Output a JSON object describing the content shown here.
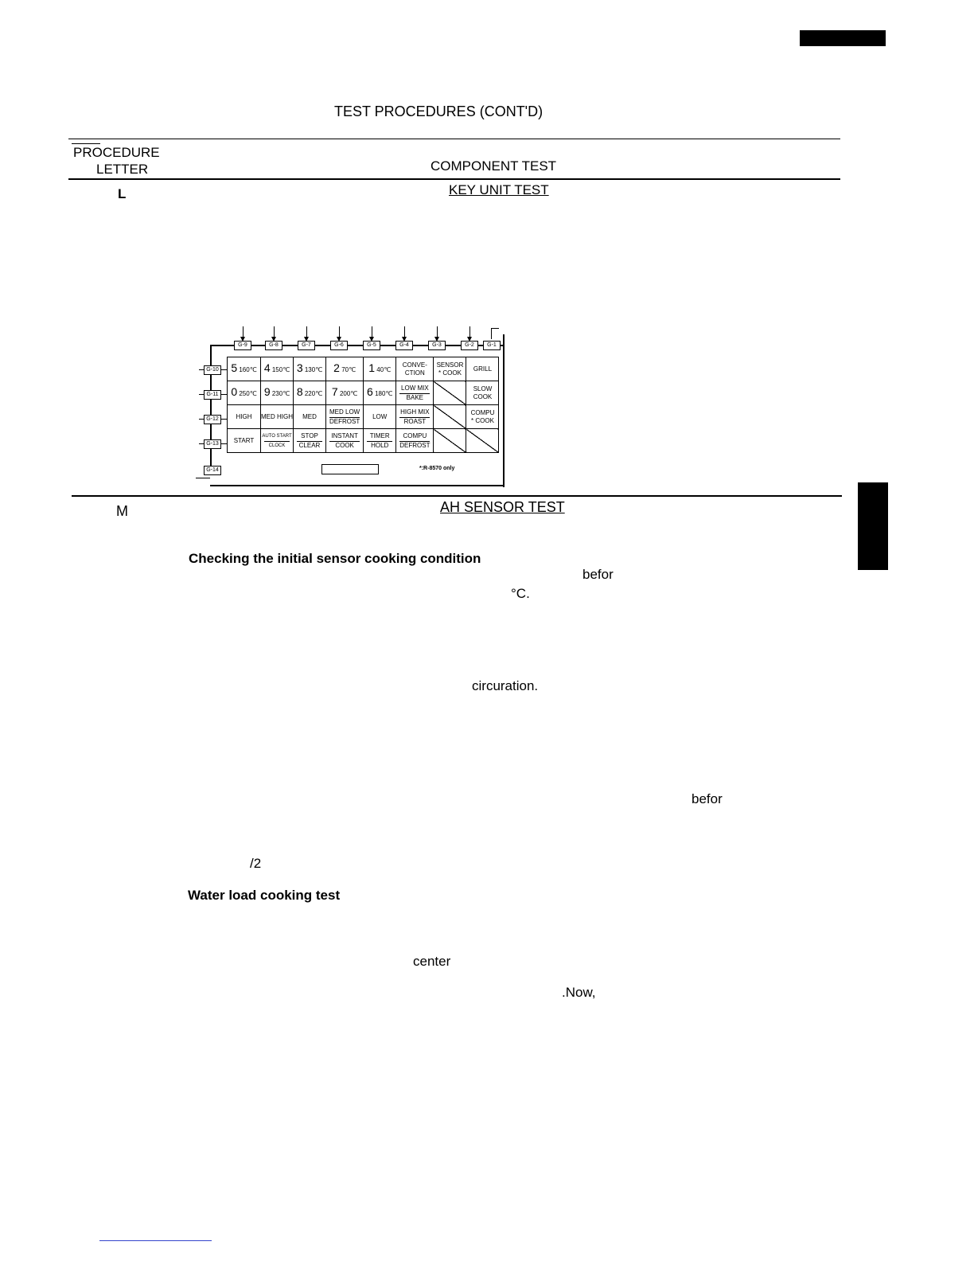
{
  "header": {
    "title": "TEST PROCEDURES (CONT'D)",
    "col_left_line1": "PROCEDURE",
    "col_left_line2": "LETTER",
    "col_right": "COMPONENT TEST"
  },
  "section_l": {
    "letter": "L",
    "title": "KEY UNIT TEST"
  },
  "key_diagram": {
    "top_connectors": [
      "G-9",
      "G-8",
      "G-7",
      "G-6",
      "G-5",
      "G-4",
      "G-3",
      "G-2",
      "G-1"
    ],
    "side_connectors": [
      "G-10",
      "G-11",
      "G-12",
      "G-13",
      "G-14"
    ],
    "row1": {
      "c1_num": "5",
      "c1_temp": "160℃",
      "c2_num": "4",
      "c2_temp": "150℃",
      "c3_num": "3",
      "c3_temp": "130℃",
      "c4_num": "2",
      "c4_temp": "70℃",
      "c5_num": "1",
      "c5_temp": "40℃",
      "c6_a": "CONVE-",
      "c6_b": "CTION",
      "c7_a": "SENSOR",
      "c7_b": "* COOK",
      "c8": "GRILL"
    },
    "row2": {
      "c1_num": "0",
      "c1_temp": "250℃",
      "c2_num": "9",
      "c2_temp": "230℃",
      "c3_num": "8",
      "c3_temp": "220℃",
      "c4_num": "7",
      "c4_temp": "200℃",
      "c5_num": "6",
      "c5_temp": "180℃",
      "c6_a": "LOW MIX",
      "c6_b": "BAKE",
      "c8_a": "SLOW",
      "c8_b": "COOK"
    },
    "row3": {
      "c1": "HIGH",
      "c2": "MED HIGH",
      "c3": "MED",
      "c4_a": "MED LOW",
      "c4_b": "DEFROST",
      "c5": "LOW",
      "c6_a": "HIGH MIX",
      "c6_b": "ROAST",
      "c8_a": "COMPU",
      "c8_b": "* COOK"
    },
    "row4": {
      "c1": "START",
      "c2_a": "AUTO START",
      "c2_b": "CLOCK",
      "c3_a": "STOP",
      "c3_b": "CLEAR",
      "c4_a": "INSTANT",
      "c4_b": "COOK",
      "c5_a": "TIMER",
      "c5_b": "HOLD",
      "c6_a": "COMPU",
      "c6_b": "DEFROST"
    },
    "footnote": "*:R-8570 only"
  },
  "section_m": {
    "letter": "M",
    "title": "AH SENSOR TEST",
    "heading1": "Checking the initial sensor cooking condition",
    "frag_befor1": "befor",
    "frag_degc": "°C.",
    "frag_circuration": "circuration.",
    "frag_befor2": "befor",
    "frag_half": "/2",
    "heading2": "Water load cooking test",
    "frag_center": "center",
    "frag_now": ".Now,"
  }
}
